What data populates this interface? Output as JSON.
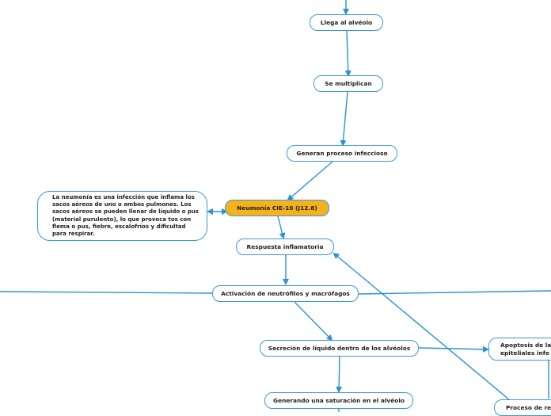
{
  "colors": {
    "connector": "#2b92d4",
    "node_border": "#3a9ad9",
    "central_fill": "#f5b21a",
    "node_fill": "#ffffff",
    "text": "#1e1e1e"
  },
  "nodes": {
    "llega": "Llega al alvéolo",
    "multiplican": "Se multiplican",
    "generan": "Generan proceso infeccioso",
    "central": "Neumonía CIE-10 (J12.8)",
    "respuesta": "Respuesta inflamatoria",
    "activacion": "Activación de neutrófilos y macrófagos",
    "secrecion": "Secreción de líquido dentro de los alvéolos",
    "saturacion": "Generando una saturación en el alvéolo",
    "apoptosis": "Apoptosis de la\nepiteliales infe",
    "proceso": "Proceso de rep",
    "note": "La neumonía es una infección que inflama los sacos aéreos de uno o ambos pulmones. Los sacos aéreos se pueden llenar de líquido o pus (material purulento), lo que provoca tos con flema o pus, fiebre, escalofríos y dificultad para respirar."
  }
}
